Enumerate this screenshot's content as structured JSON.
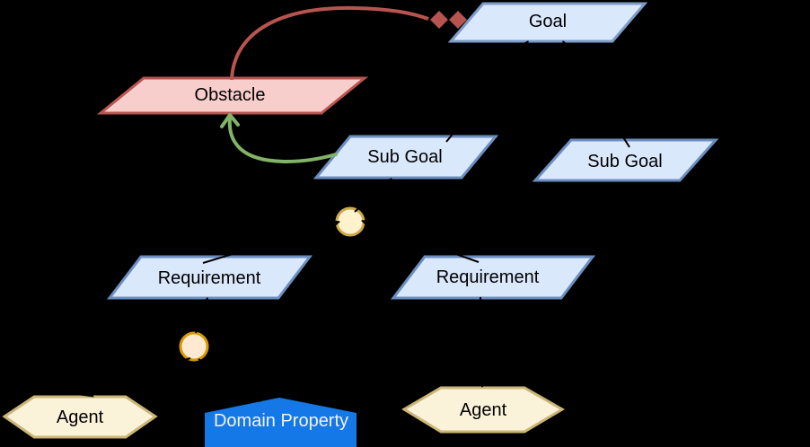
{
  "nodes": {
    "goal": "Goal",
    "obstacle": "Obstacle",
    "sub_goal_1": "Sub Goal",
    "sub_goal_2": "Sub Goal",
    "requirement_1": "Requirement",
    "requirement_2": "Requirement",
    "agent_1": "Agent",
    "agent_2": "Agent",
    "domain_property": "Domain Property"
  },
  "colors": {
    "background": "#000000",
    "goal_fill": "#DAE8FC",
    "goal_stroke": "#7E9CC9",
    "blue_fill": "#DAE8FC",
    "blue_stroke": "#6C8EBF",
    "obstacle_fill": "#F8CECC",
    "obstacle_stroke": "#B85450",
    "agent_fill": "#FBF2DA",
    "agent_stroke": "#CBB677",
    "and_node_fill": "#FFF2CC",
    "and_node_stroke": "#CDA94E",
    "or_node_fill": "#FFE9D3",
    "or_node_stroke": "#D79B00",
    "domain_property_fill": "#1478E6",
    "domain_property_text": "#F2F2F2",
    "obstruction_edge": "#B85450",
    "resolution_edge": "#82B366",
    "refinement_edge": "#000000"
  }
}
